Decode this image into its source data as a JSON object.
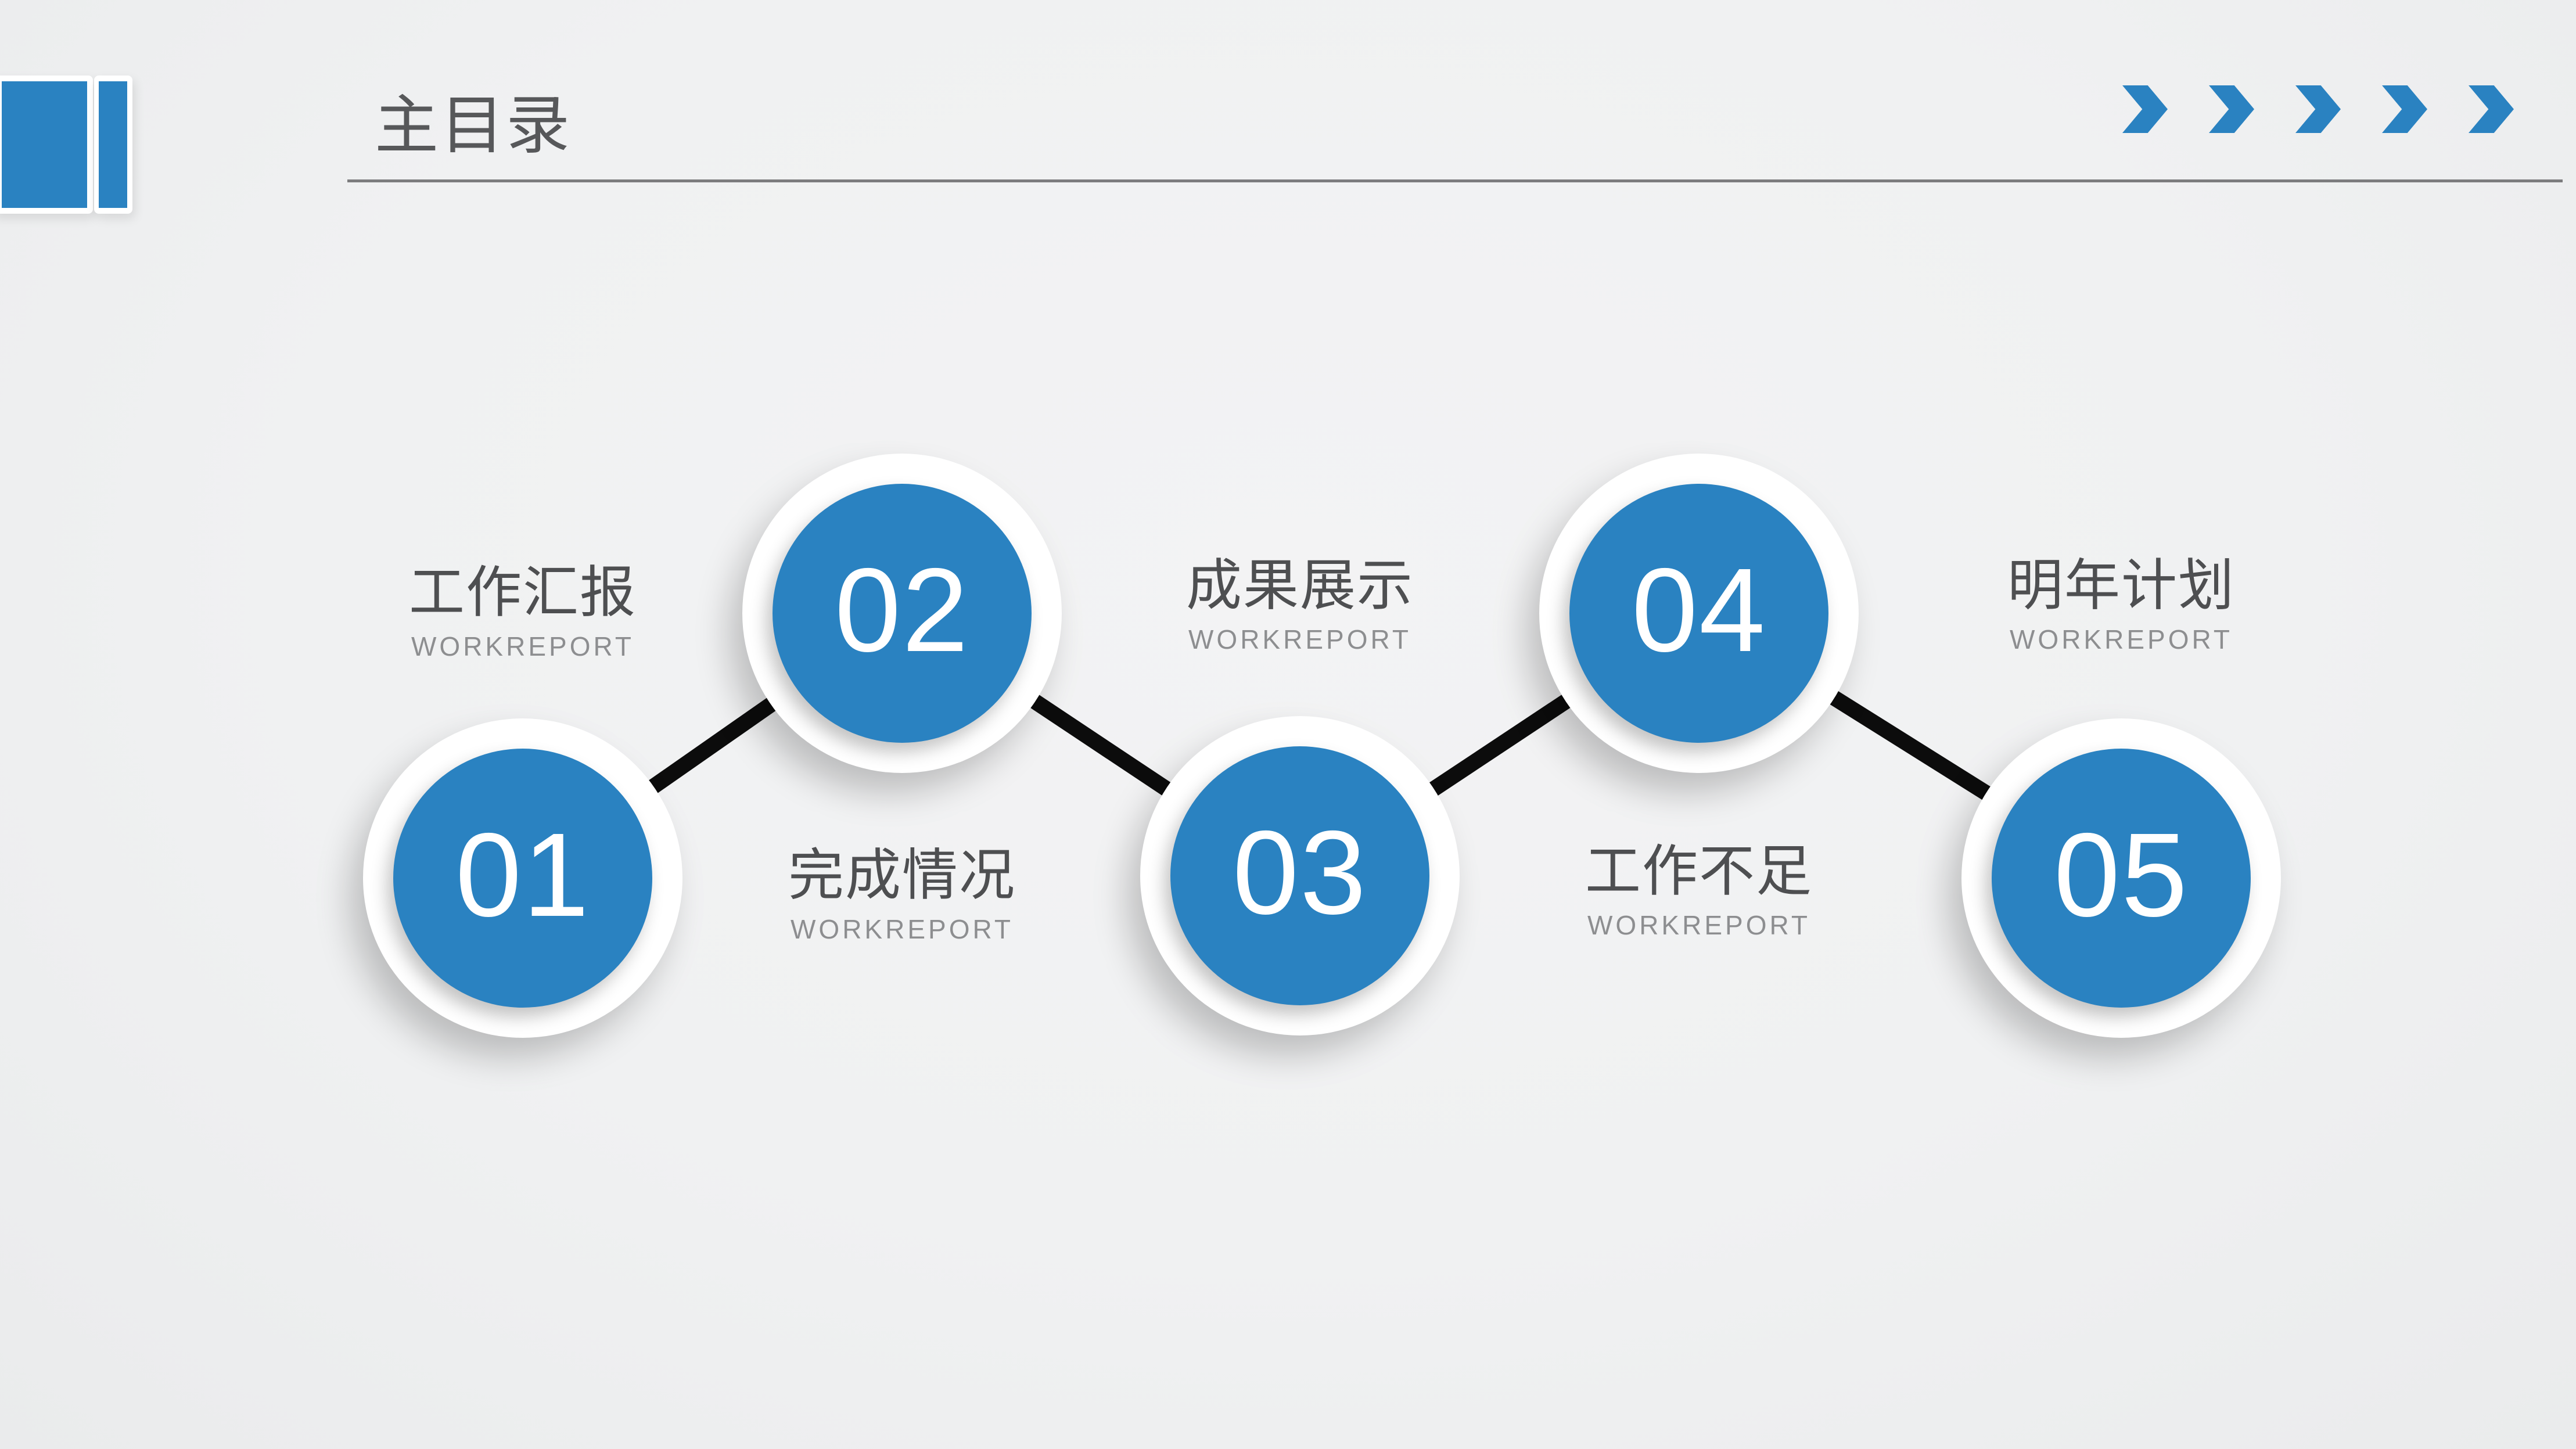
{
  "slide": {
    "header": {
      "title": "主目录"
    },
    "decor": {
      "chevron_count": 5
    },
    "items": [
      {
        "number": "01",
        "label": "工作汇报",
        "sublabel": "WORKREPORT",
        "label_position": "above"
      },
      {
        "number": "02",
        "label": "完成情况",
        "sublabel": "WORKREPORT",
        "label_position": "below"
      },
      {
        "number": "03",
        "label": "成果展示",
        "sublabel": "WORKREPORT",
        "label_position": "above"
      },
      {
        "number": "04",
        "label": "工作不足",
        "sublabel": "WORKREPORT",
        "label_position": "below"
      },
      {
        "number": "05",
        "label": "明年计划",
        "sublabel": "WORKREPORT",
        "label_position": "above"
      }
    ],
    "colors": {
      "accent_blue": "#2A82C1",
      "background": "#F0F1F2",
      "title_text": "#57585A",
      "label_text": "#4E4F51",
      "sublabel_text": "#8D8E90",
      "connector_black": "#0C0C0C",
      "rule_gray": "#7C7C7E",
      "circle_ring": "#FFFFFF",
      "number_text": "#FFFFFF"
    }
  }
}
